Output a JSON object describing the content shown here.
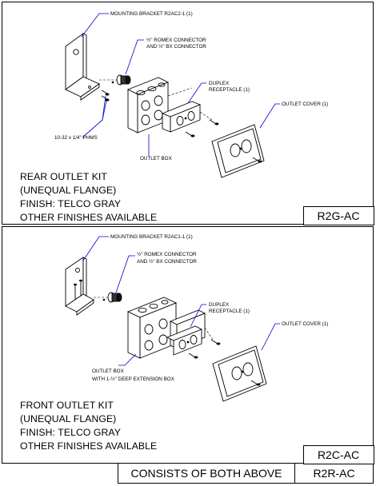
{
  "top_kit": {
    "callouts": {
      "bracket": "MOUNTING BRACKET R2AC2-1 (1)",
      "connector_line1": "½\" ROMEX CONNECTOR",
      "connector_line2": "AND ½\" BX CONNECTOR",
      "receptacle_line1": "DUPLEX",
      "receptacle_line2": "RECEPTACLE (1)",
      "cover": "OUTLET COVER (1)",
      "screws": "10-32 x 1/4\" PHMS",
      "box": "OUTLET BOX"
    },
    "description": [
      "REAR OUTLET KIT",
      "(UNEQUAL FLANGE)",
      "FINISH: TELCO GRAY",
      "OTHER FINISHES AVAILABLE"
    ],
    "part_code": "R2G-AC"
  },
  "bottom_kit": {
    "callouts": {
      "bracket": "MOUNTING BRACKET R2AC1-1 (1)",
      "connector_line1": "½\" ROMEX CONNECTOR",
      "connector_line2": "AND ½\" BX CONNECTOR",
      "receptacle_line1": "DUPLEX",
      "receptacle_line2": "RECEPTACLE (1)",
      "cover": "OUTLET COVER (1)",
      "box_line1": "OUTLET BOX",
      "box_line2": "WITH 1-½\" DEEP EXTENSION BOX"
    },
    "description": [
      "FRONT OUTLET KIT",
      "(UNEQUAL FLANGE)",
      "FINISH: TELCO GRAY",
      "OTHER FINISHES AVAILABLE"
    ],
    "part_code": "R2C-AC"
  },
  "footer": {
    "label": "CONSISTS OF BOTH ABOVE",
    "part_code": "R2R-AC"
  }
}
